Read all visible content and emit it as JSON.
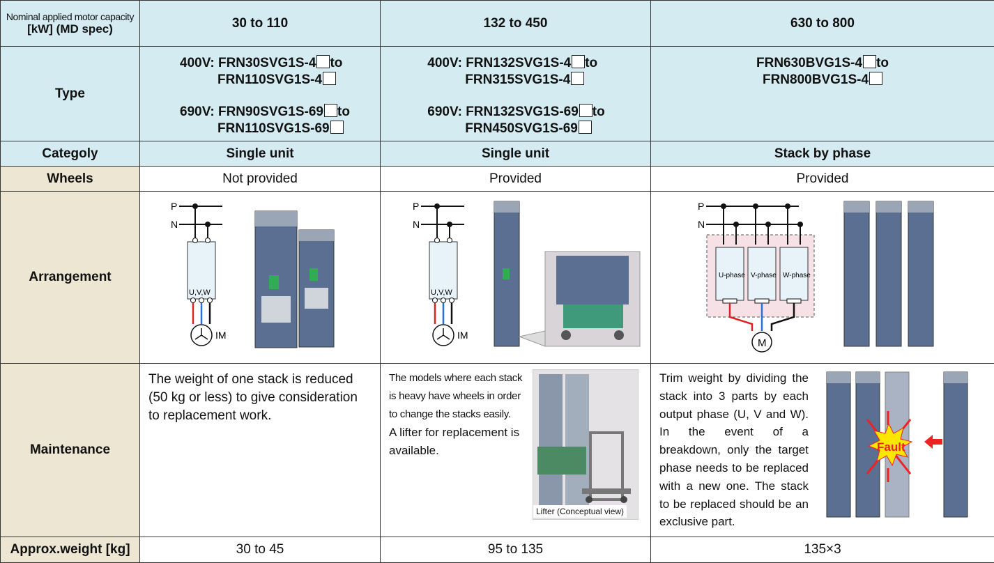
{
  "header": {
    "row_label_line1": "Nominal applied motor capacity",
    "row_label_line2": "[kW] (MD spec)",
    "col1": "30 to 110",
    "col2": "132 to 450",
    "col3": "630 to 800"
  },
  "type_row": {
    "label": "Type",
    "col1": {
      "a_prefix": "400V: ",
      "a_line1": "FRN30SVG1S-4",
      "a_to": "to",
      "a_line2": "FRN110SVG1S-4",
      "b_prefix": "690V: ",
      "b_line1": "FRN90SVG1S-69",
      "b_to": "to",
      "b_line2": "FRN110SVG1S-69"
    },
    "col2": {
      "a_prefix": "400V: ",
      "a_line1": "FRN132SVG1S-4",
      "a_to": "to",
      "a_line2": "FRN315SVG1S-4",
      "b_prefix": "690V: ",
      "b_line1": "FRN132SVG1S-69",
      "b_to": "to",
      "b_line2": "FRN450SVG1S-69"
    },
    "col3": {
      "line1": "FRN630BVG1S-4",
      "to": "to",
      "line2": "FRN800BVG1S-4"
    }
  },
  "category_row": {
    "label": "Categoly",
    "col1": "Single unit",
    "col2": "Single unit",
    "col3": "Stack by phase"
  },
  "wheels_row": {
    "label": "Wheels",
    "col1": "Not provided",
    "col2": "Provided",
    "col3": "Provided"
  },
  "arrangement_row": {
    "label": "Arrangement",
    "diagram_labels": {
      "p": "P",
      "n": "N",
      "uvw": "U,V,W",
      "im": "IM",
      "u_phase": "U-phase",
      "v_phase": "V-phase",
      "w_phase": "W-phase",
      "m": "M"
    }
  },
  "maintenance_row": {
    "label": "Maintenance",
    "col1": "The weight of one stack is reduced (50 kg or less) to give consideration to replacement work.",
    "col2_part1": "The models where each stack is heavy have wheels in order to change the stacks easily.",
    "col2_part2": "A lifter for replacement is available.",
    "col2_caption": "Lifter (Conceptual view)",
    "col3": "Trim weight by dividing the stack into 3 parts by each output phase (U, V and W). In the event of a breakdown, only the target phase needs to be replaced with a new one. The stack to be replaced should be an exclusive part.",
    "fault_label": "Fault"
  },
  "weight_row": {
    "label": "Approx.weight [kg]",
    "col1": "30 to 45",
    "col2": "95 to 135",
    "col3": "135×3"
  },
  "colors": {
    "header_bg": "#d4ebf2",
    "label_bg": "#ede6d2",
    "phase_u": "#d22",
    "phase_v": "#2a6fd6",
    "phase_w": "#111",
    "fault": "#ffe600"
  }
}
